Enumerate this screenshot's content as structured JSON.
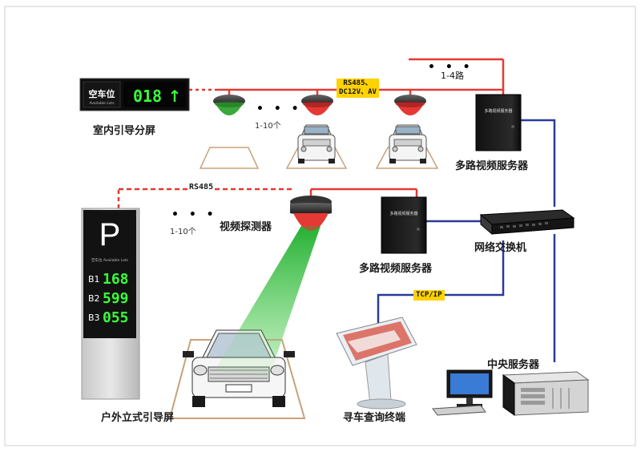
{
  "labels": {
    "indoor_screen": "室内引导分屏",
    "outdoor_screen": "户外立式引导屏",
    "video_detector": "视频探测器",
    "multi_video_server_top": "多路视频服务器",
    "multi_video_server_mid": "多路视频服务器",
    "network_switch": "网络交换机",
    "central_server": "中央服务器",
    "query_terminal": "寻车查询终端"
  },
  "bus": {
    "rs485_dc": "RS485、\nDC12V、AV",
    "rs485": "RS485",
    "tcp_ip": "TCP/IP",
    "count_top": "1-4路",
    "count_top_dots": "• • •",
    "count_cams": "1-10个",
    "count_cams_dots": "• • •",
    "count_detectors": "1-10个",
    "count_detectors_dots": "• • •"
  },
  "indoor_sign": {
    "text": "空车位",
    "subtext": "Available Lots",
    "count": "018",
    "arrow": "↑"
  },
  "outdoor_sign": {
    "symbol": "P",
    "subtext": "空车位 Available Lots",
    "levels": [
      {
        "level": "B1",
        "count": "168"
      },
      {
        "level": "B2",
        "count": "599"
      },
      {
        "level": "B3",
        "count": "055"
      }
    ]
  },
  "server_panel_text": "多路视频服务器",
  "colors": {
    "rs485_line": "#e53935",
    "network_line": "#2a3a9a",
    "sensor_green": "#3aa83a",
    "sensor_red": "#e53935",
    "led_green": "#39ff39",
    "bus_tag_bg": "#ffd200",
    "beam": "#2ecc40",
    "bay_outline": "#c8a27a"
  }
}
